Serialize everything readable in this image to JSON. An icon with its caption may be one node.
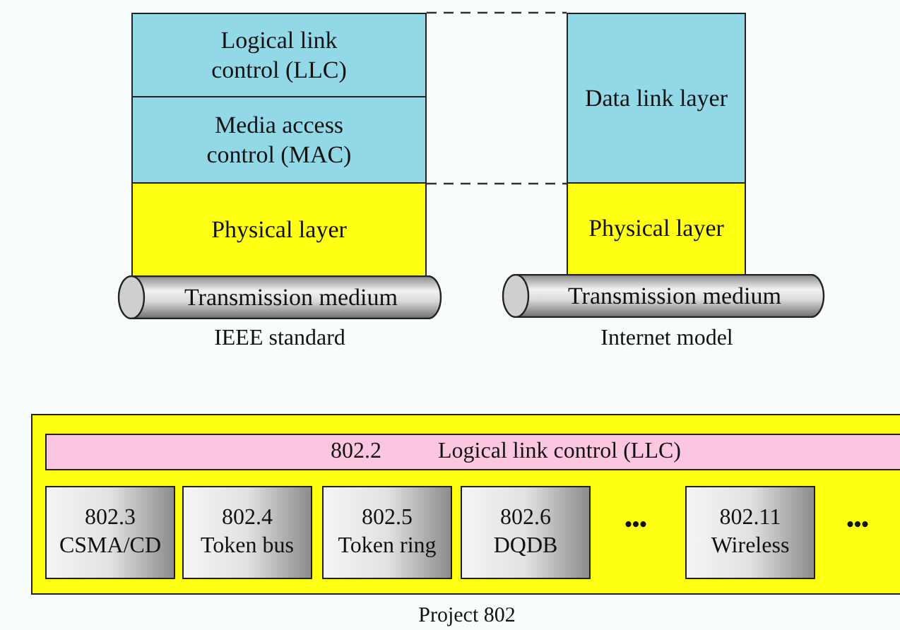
{
  "diagram": {
    "nodes": [
      {
        "text": [
          "Logical link control (LLC)"
        ]
      },
      {
        "text": [
          "Media access control (MAC)"
        ]
      },
      {
        "text": [
          "Physical layer"
        ]
      },
      {
        "text": [
          "Transmission medium"
        ]
      },
      {
        "text": [
          "Data link layer"
        ]
      },
      {
        "text": [
          "Physical layer"
        ]
      },
      {
        "text": [
          "Transmission medium"
        ]
      },
      {
        "text": [
          "Project 802"
        ]
      },
      {
        "text": [
          "802.2",
          "Logical link control (LLC)"
        ],
        "in": 7
      },
      {
        "text": [
          "802.3",
          "CSMA/CD"
        ],
        "in": 7
      },
      {
        "text": [
          "802.4",
          "Token bus"
        ],
        "in": 7
      },
      {
        "text": [
          "802.5",
          "Token ring"
        ],
        "in": 7
      },
      {
        "text": [
          "802.6",
          "DQDB"
        ],
        "in": 7
      },
      {
        "text": [
          "802.11",
          "Wireless"
        ],
        "in": 7
      }
    ],
    "edges": [
      {
        "from": 0,
        "to": 4,
        "arrow": "none",
        "style": "dashed"
      },
      {
        "from": 1,
        "to": 4,
        "arrow": "none",
        "style": "dashed"
      }
    ],
    "labels": [
      "IEEE standard",
      "Internet model",
      "•••",
      "•••"
    ]
  }
}
